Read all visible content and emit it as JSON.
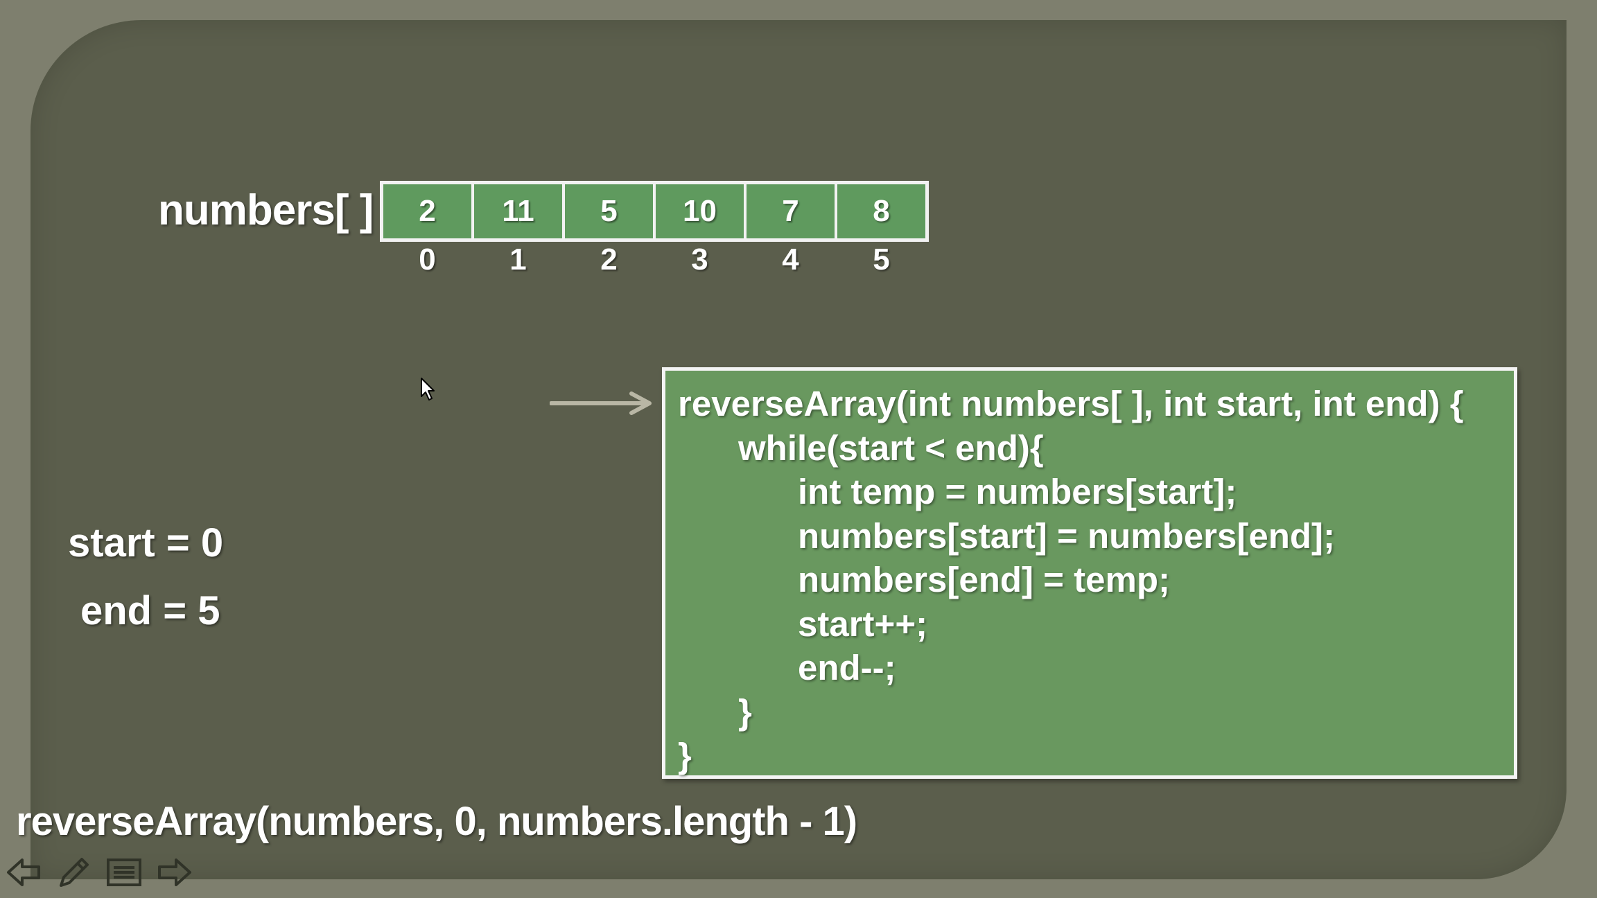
{
  "slide": {
    "array_label": "numbers[ ]",
    "array_values": [
      "2",
      "11",
      "5",
      "10",
      "7",
      "8"
    ],
    "array_indices": [
      "0",
      "1",
      "2",
      "3",
      "4",
      "5"
    ],
    "variables": {
      "start": "start = 0",
      "end": "end = 5"
    },
    "code_lines": [
      "reverseArray(int numbers[ ], int start, int end) {",
      "while(start < end){",
      "int temp = numbers[start];",
      "numbers[start] = numbers[end];",
      "numbers[end] = temp;",
      "start++;",
      "end--;",
      "}",
      "}"
    ],
    "call_statement": "reverseArray(numbers, 0, numbers.length - 1)"
  },
  "toolbar": {
    "icons": [
      "arrow-left-icon",
      "pencil-icon",
      "menu-icon",
      "arrow-right-icon"
    ]
  },
  "colors": {
    "background": "#7e7f6e",
    "slide": "#5b5e4c",
    "cell_green": "#5f9a5e",
    "code_box_green": "#69985f",
    "text": "#ffffff",
    "arrow": "#b9b7a5"
  }
}
